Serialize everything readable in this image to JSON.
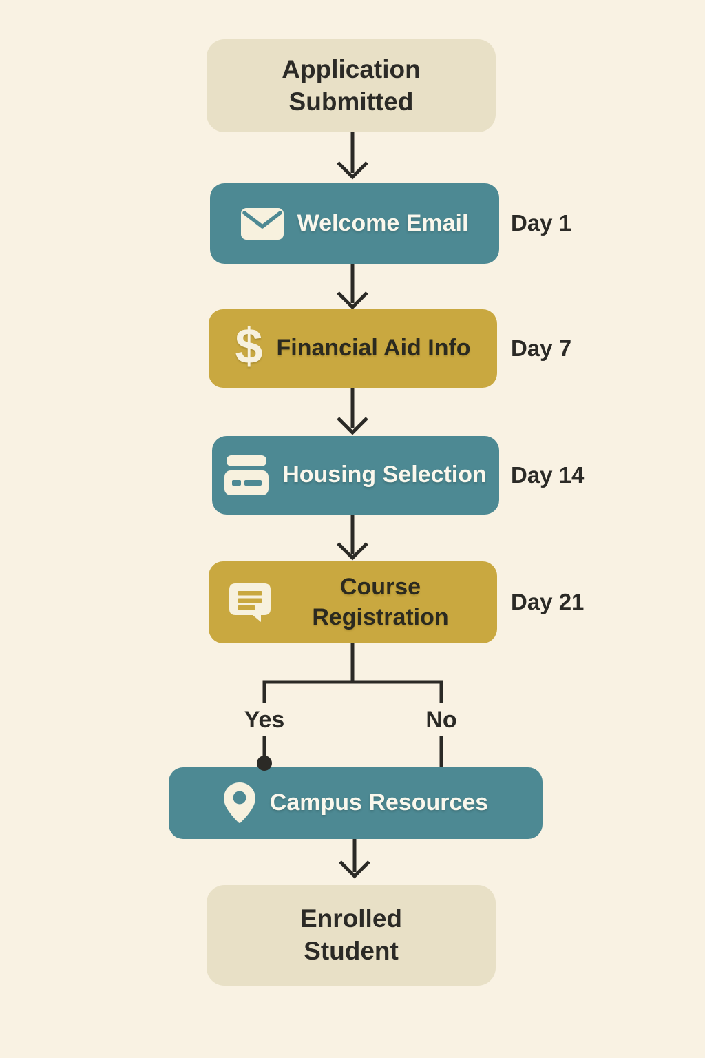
{
  "colors": {
    "background": "#f9f2e3",
    "teal": "#4d8993",
    "gold": "#c9a840",
    "beige": "#e8e0c6",
    "line": "#2b2a26",
    "icon-cream": "#f7f1de",
    "text-dark": "#2b2a26",
    "text-light": "#faf7ec"
  },
  "icons": {
    "dollar_glyph": "$"
  },
  "flow": {
    "start": {
      "label": "Application Submitted"
    },
    "steps": [
      {
        "label": "Welcome Email",
        "day": "Day 1",
        "icon": "envelope-icon",
        "color": "teal"
      },
      {
        "label": "Financial Aid Info",
        "day": "Day 7",
        "icon": "dollar-icon",
        "color": "gold"
      },
      {
        "label": "Housing Selection",
        "day": "Day 14",
        "icon": "id-card-icon",
        "color": "teal"
      },
      {
        "label": "Course Registration",
        "day": "Day 21",
        "icon": "chat-note-icon",
        "color": "gold"
      }
    ],
    "branch": {
      "yes": "Yes",
      "no": "No"
    },
    "resources": {
      "label": "Campus Resources",
      "icon": "location-pin-icon",
      "color": "teal"
    },
    "end": {
      "label": "Enrolled Student"
    }
  }
}
